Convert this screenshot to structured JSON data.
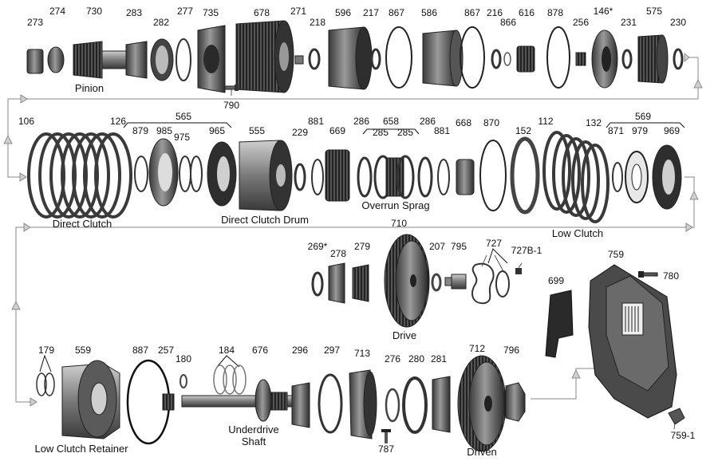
{
  "colors": {
    "part_dark": "#3a3a3a",
    "part_mid": "#6f6f6f",
    "part_light": "#b5b5b5",
    "flow_line": "#8a8a8a"
  },
  "labels": {
    "p273": "273",
    "p274": "274",
    "p730": "730",
    "p283": "283",
    "p282": "282",
    "p277": "277",
    "p735": "735",
    "p678": "678",
    "p271": "271",
    "p218": "218",
    "p596": "596",
    "p217": "217",
    "p867a": "867",
    "p586": "586",
    "p867b": "867",
    "p216": "216",
    "p866": "866",
    "p616": "616",
    "p878": "878",
    "p256": "256",
    "p146": "146*",
    "p231": "231",
    "p575": "575",
    "p230": "230",
    "p790": "790",
    "p106": "106",
    "p126": "126",
    "p879": "879",
    "p985": "985",
    "p565": "565",
    "p975": "975",
    "p965": "965",
    "p555": "555",
    "p229": "229",
    "p881a": "881",
    "p669": "669",
    "p286a": "286",
    "p658": "658",
    "p285a": "285",
    "p285b": "285",
    "p286b": "286",
    "p881b": "881",
    "p668": "668",
    "p870": "870",
    "p152": "152",
    "p112": "112",
    "p132": "132",
    "p569": "569",
    "p871": "871",
    "p979": "979",
    "p969": "969",
    "p269": "269*",
    "p278": "278",
    "p279": "279",
    "p710": "710",
    "p207": "207",
    "p795": "795",
    "p727": "727",
    "p727b1": "727B-1",
    "p759": "759",
    "p780": "780",
    "p699": "699",
    "p179": "179",
    "p559": "559",
    "p887": "887",
    "p257": "257",
    "p180": "180",
    "p184": "184",
    "p676": "676",
    "p296": "296",
    "p297": "297",
    "p713": "713",
    "p276": "276",
    "p280": "280",
    "p281": "281",
    "p712": "712",
    "p796": "796",
    "p787": "787",
    "p7591": "759-1"
  },
  "captions": {
    "pinion": "Pinion",
    "direct_clutch": "Direct Clutch",
    "direct_clutch_drum": "Direct Clutch Drum",
    "overrun_sprag": "Overrun Sprag",
    "low_clutch": "Low Clutch",
    "drive": "Drive",
    "low_clutch_retainer": "Low Clutch Retainer",
    "underdrive_shaft_line1": "Underdrive",
    "underdrive_shaft_line2": "Shaft",
    "driven": "Driven"
  }
}
